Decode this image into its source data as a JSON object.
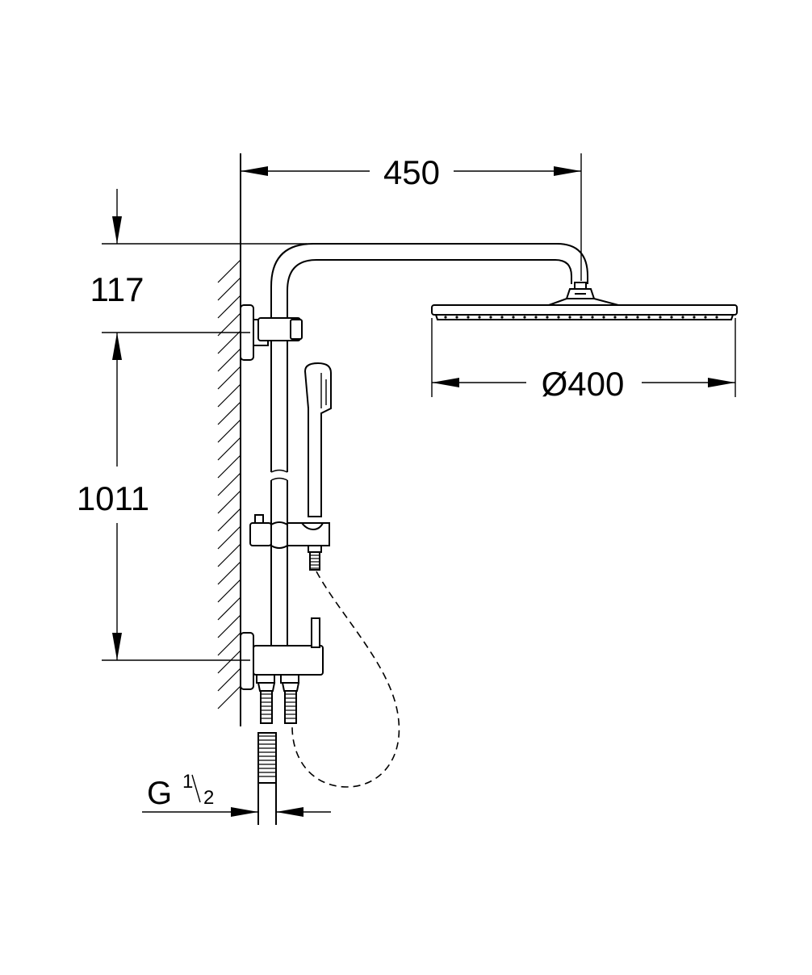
{
  "dimensions": {
    "width_label": "450",
    "head_diameter_label": "Ø400",
    "top_offset_label": "117",
    "height_label": "1011",
    "thread_label_main": "G",
    "thread_label_num": "1",
    "thread_label_den": "2"
  }
}
